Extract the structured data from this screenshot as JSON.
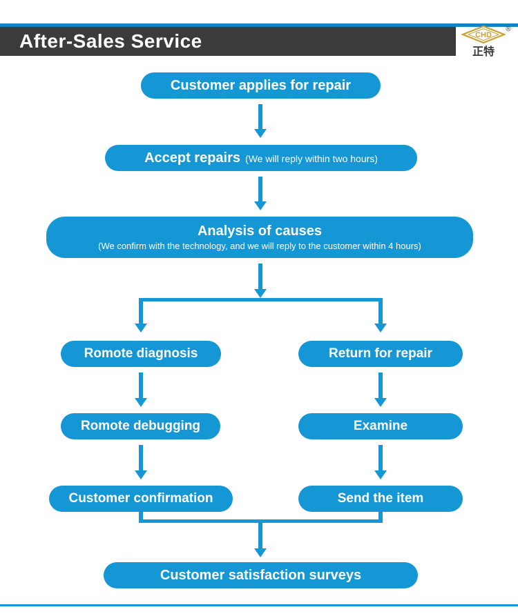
{
  "header": {
    "title": "After-Sales Service",
    "logo": {
      "brand": "CHD",
      "brand_cn": "正特",
      "registered": "®"
    }
  },
  "flow": {
    "apply": "Customer applies for repair",
    "accept": "Accept repairs",
    "accept_note": "(We will reply within two hours)",
    "analysis": "Analysis of causes",
    "analysis_note": "(We confirm with the technology, and we will reply to the customer within 4 hours)",
    "left_branch": [
      "Romote diagnosis",
      "Romote debugging",
      "Customer confirmation"
    ],
    "right_branch": [
      "Return for repair",
      "Examine",
      "Send the item"
    ],
    "final": "Customer satisfaction surveys"
  },
  "colors": {
    "accent": "#1697d5",
    "accent_dark": "#0f85c6",
    "header_bg": "#3b3b3d",
    "logo_gold": "#c9a032",
    "logo_text": "#3a3a3a"
  }
}
